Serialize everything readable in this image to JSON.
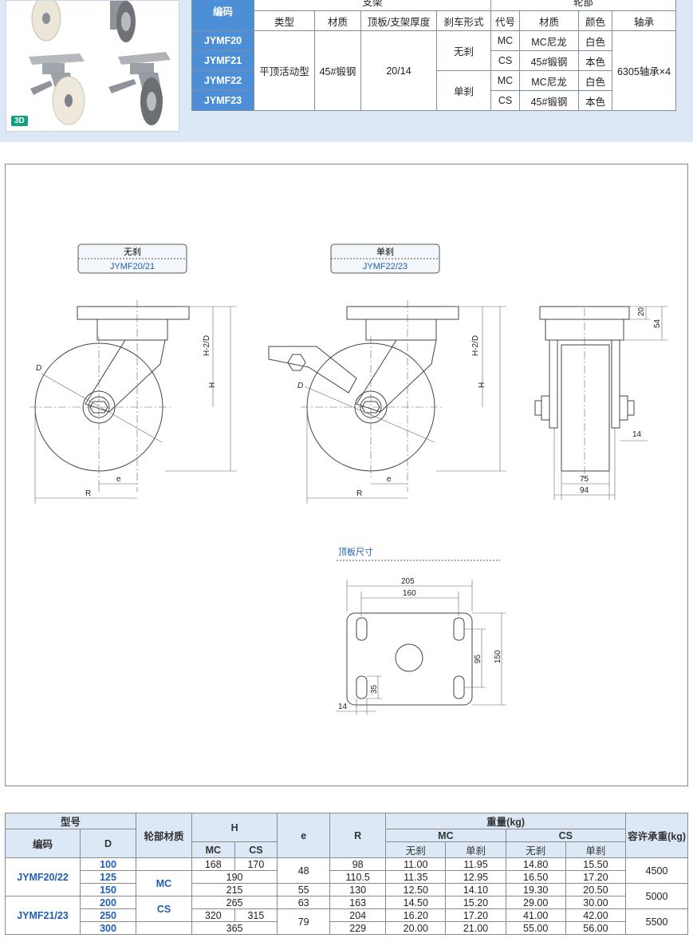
{
  "spec_table": {
    "group_headers": {
      "code": "编码",
      "bracket": "支架",
      "wheel": "轮部"
    },
    "columns": [
      "类型",
      "材质",
      "顶板/支架厚度",
      "刹车形式",
      "代号",
      "材质",
      "颜色",
      "轴承"
    ],
    "codes": [
      "JYMF20",
      "JYMF21",
      "JYMF22",
      "JYMF23"
    ],
    "type": "平顶活动型",
    "bracket_material": "45#锻钢",
    "thickness": "20/14",
    "brake": [
      "无刹",
      "单刹"
    ],
    "wheel_rows": [
      {
        "code": "MC",
        "material": "MC尼龙",
        "color": "白色"
      },
      {
        "code": "CS",
        "material": "45#锻钢",
        "color": "本色"
      },
      {
        "code": "MC",
        "material": "MC尼龙",
        "color": "白色"
      },
      {
        "code": "CS",
        "material": "45#锻钢",
        "color": "本色"
      }
    ],
    "bearing": "6305轴承×4"
  },
  "photo": {
    "badge": "3D"
  },
  "drawing": {
    "view1": {
      "title": "无刹",
      "model": "JYMF20/21"
    },
    "view2": {
      "title": "单刹",
      "model": "JYMF22/23"
    },
    "labels": {
      "D": "D",
      "H": "H",
      "H2D": "H-2/D",
      "e": "e",
      "R": "R"
    },
    "side_dims": {
      "plate": "20",
      "total": "54",
      "offset": "14",
      "inner": "75",
      "outer": "94"
    },
    "plate_title": "顶板尺寸",
    "plate_dims": {
      "w_outer": "205",
      "w_holes": "160",
      "h_holes": "95",
      "h_outer": "150",
      "slot": "35",
      "edge": "14"
    }
  },
  "dim_table": {
    "headers": {
      "model": "型号",
      "code": "编码",
      "d": "D",
      "wheel_mat": "轮部材质",
      "h": "H",
      "e": "e",
      "r": "R",
      "weight": "重量(kg)",
      "load": "容许承重(kg)",
      "mc": "MC",
      "cs": "CS",
      "no_brake": "无刹",
      "single_brake": "单刹"
    },
    "codes": [
      "JYMF20/22",
      "JYMF21/23"
    ],
    "materials": [
      "MC",
      "CS"
    ],
    "rows": [
      {
        "d": "100",
        "h_mc": "168",
        "h_cs": "170",
        "r": "98",
        "w": [
          "11.00",
          "11.95",
          "14.80",
          "15.50"
        ]
      },
      {
        "d": "125",
        "h": "190",
        "r": "110.5",
        "w": [
          "11.35",
          "12.95",
          "16.50",
          "17.20"
        ]
      },
      {
        "d": "150",
        "h": "215",
        "e": "55",
        "r": "130",
        "w": [
          "12.50",
          "14.10",
          "19.30",
          "20.50"
        ]
      },
      {
        "d": "200",
        "h": "265",
        "e": "63",
        "r": "163",
        "w": [
          "14.50",
          "15.20",
          "29.00",
          "30.00"
        ]
      },
      {
        "d": "250",
        "h_mc": "320",
        "h_cs": "315",
        "r": "204",
        "w": [
          "16.20",
          "17.20",
          "41.00",
          "42.00"
        ]
      },
      {
        "d": "300",
        "h": "365",
        "r": "229",
        "w": [
          "20.00",
          "21.00",
          "55.00",
          "56.00"
        ]
      }
    ],
    "e_merged": [
      "48",
      "79"
    ],
    "loads": [
      "4500",
      "5000",
      "5500"
    ]
  }
}
